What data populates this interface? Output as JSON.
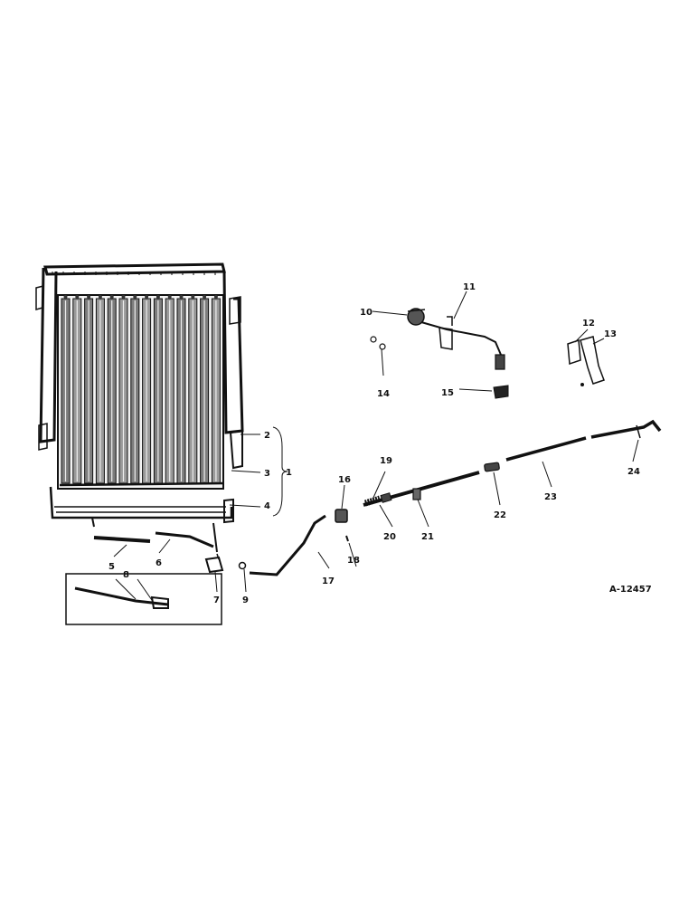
{
  "diagram": {
    "reference_code": "A-12457",
    "callouts": [
      "1",
      "2",
      "3",
      "4",
      "5",
      "6",
      "7",
      "8",
      "9",
      "10",
      "11",
      "12",
      "13",
      "14",
      "15",
      "16",
      "17",
      "18",
      "19",
      "20",
      "21",
      "22",
      "23",
      "24"
    ]
  }
}
